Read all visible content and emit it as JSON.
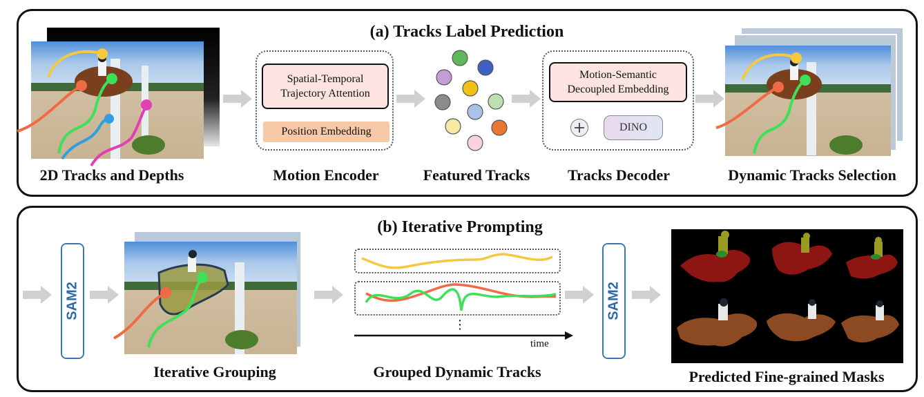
{
  "panel_a": {
    "title": "(a) Tracks Label Prediction",
    "labels": {
      "tracks_depths": "2D Tracks and Depths",
      "motion_encoder": "Motion Encoder",
      "featured_tracks": "Featured Tracks",
      "tracks_decoder": "Tracks Decoder",
      "dynamic_selection": "Dynamic Tracks Selection"
    },
    "encoder": {
      "attention_line1": "Spatial-Temporal",
      "attention_line2": "Trajectory Attention",
      "position": "Position Embedding"
    },
    "decoder": {
      "embedding_line1": "Motion-Semantic",
      "embedding_line2": "Decoupled Embedding",
      "plus": "+",
      "dino": "DINO"
    }
  },
  "panel_b": {
    "title": "(b) Iterative Prompting",
    "sam_label": "SAM2",
    "sam_label_2": "SAM2",
    "labels": {
      "grouping": "Iterative Grouping",
      "grouped_tracks": "Grouped Dynamic Tracks",
      "masks": "Predicted Fine-grained Masks"
    },
    "ellipsis": "⋮",
    "time_label": "time"
  },
  "colors": {
    "track_yellow": "#f5c842",
    "track_green": "#3ee05a",
    "track_orange": "#f06a45",
    "track_blue": "#2fa0dd",
    "track_magenta": "#e23fb5",
    "arrow_gray": "#d0d0d0",
    "sam_blue": "#2d6aa3",
    "mask_red": "#8e1612",
    "mask_yellow": "#9a9a22",
    "mask_green": "#2e8a2e"
  }
}
